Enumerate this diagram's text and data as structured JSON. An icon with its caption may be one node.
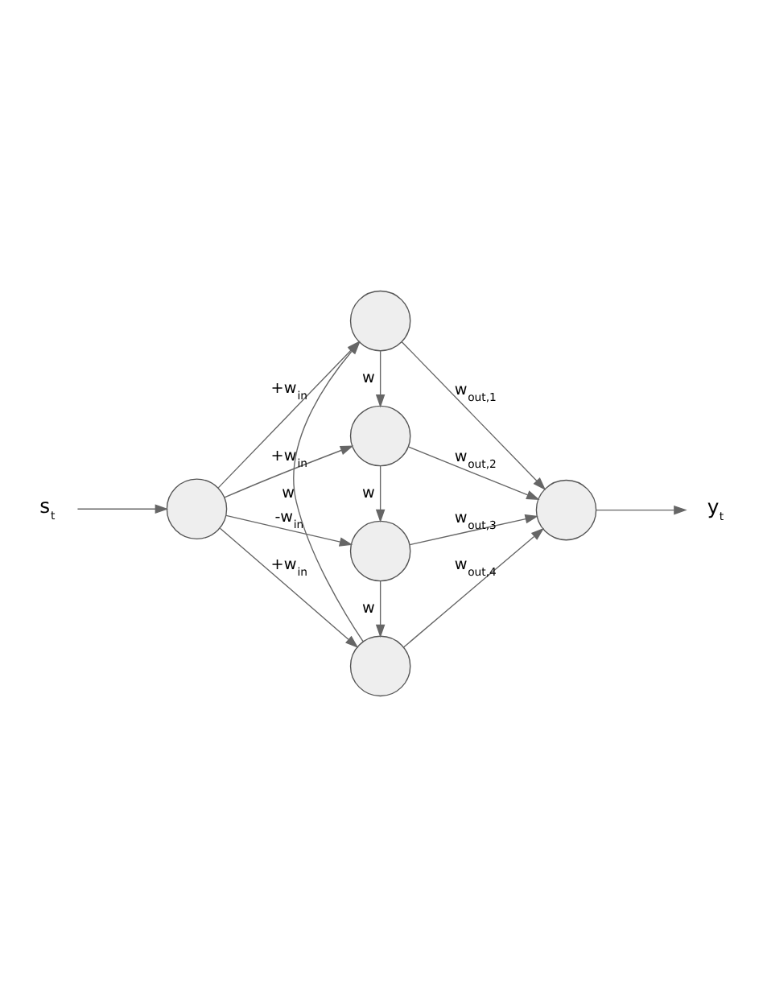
{
  "diagram": {
    "nodes": [
      {
        "text": [
          "s$_{t}$"
        ]
      },
      {
        "text": [],
        "shape": "circle"
      },
      {
        "text": [],
        "shape": "circle"
      },
      {
        "text": [],
        "shape": "circle"
      },
      {
        "text": [],
        "shape": "circle"
      },
      {
        "text": [],
        "shape": "circle"
      },
      {
        "text": [],
        "shape": "circle"
      },
      {
        "text": [
          "y$_{t}$"
        ]
      }
    ],
    "edges": [
      {
        "from": 0,
        "to": 1,
        "arrow": "to"
      },
      {
        "from": 1,
        "to": 2,
        "arrow": "to",
        "label": "+w$_{in}$"
      },
      {
        "from": 1,
        "to": 3,
        "arrow": "to",
        "label": "+w$_{in}$"
      },
      {
        "from": 1,
        "to": 4,
        "arrow": "to",
        "label": "-w$_{in}$"
      },
      {
        "from": 1,
        "to": 5,
        "arrow": "to",
        "label": "+w$_{in}$"
      },
      {
        "from": 2,
        "to": 3,
        "arrow": "to",
        "label": "w"
      },
      {
        "from": 3,
        "to": 4,
        "arrow": "to",
        "label": "w"
      },
      {
        "from": 4,
        "to": 5,
        "arrow": "to",
        "label": "w"
      },
      {
        "from": 5,
        "to": 2,
        "arrow": "to",
        "label": "w"
      },
      {
        "from": 2,
        "to": 6,
        "arrow": "to",
        "label": "w$_{out,1}$"
      },
      {
        "from": 3,
        "to": 6,
        "arrow": "to",
        "label": "w$_{out,2}$"
      },
      {
        "from": 4,
        "to": 6,
        "arrow": "to",
        "label": "w$_{out,3}$"
      },
      {
        "from": 5,
        "to": 6,
        "arrow": "to",
        "label": "w$_{out,4}$"
      },
      {
        "from": 6,
        "to": 7,
        "arrow": "to"
      }
    ]
  }
}
